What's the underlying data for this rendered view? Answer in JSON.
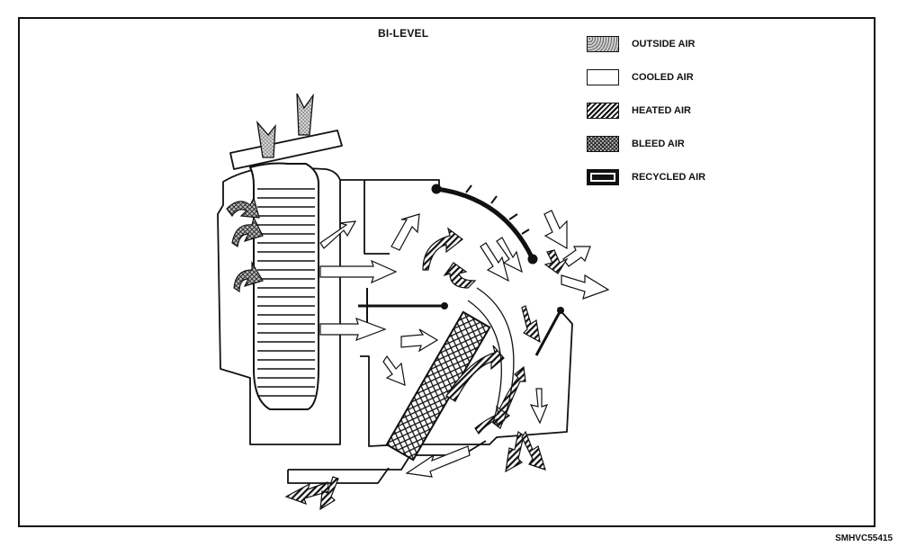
{
  "diagram": {
    "title": "BI-LEVEL",
    "code": "SMHVC55415"
  },
  "legend": {
    "items": [
      {
        "key": "outside",
        "label": "OUTSIDE AIR"
      },
      {
        "key": "cooled",
        "label": "COOLED AIR"
      },
      {
        "key": "heated",
        "label": "HEATED AIR"
      },
      {
        "key": "bleed",
        "label": "BLEED AIR"
      },
      {
        "key": "recycled",
        "label": "RECYCLED AIR"
      }
    ]
  },
  "colors": {
    "line": "#111111",
    "outside": "#9a9a9a",
    "heated": "#444444",
    "bleed": "#777777",
    "recycled": "#111111"
  },
  "icons": {
    "outside": "dotted-fill",
    "cooled": "plain-fill",
    "heated": "diagonal-hatch",
    "bleed": "crosshatch-fill",
    "recycled": "solid-fill"
  }
}
